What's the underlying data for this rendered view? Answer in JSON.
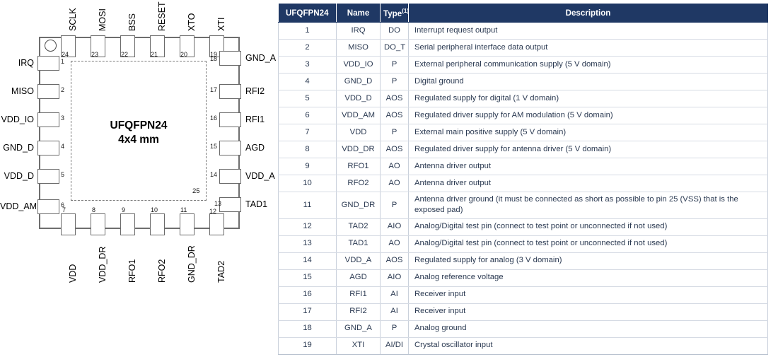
{
  "diagram": {
    "package_name": "UFQFPN24",
    "package_size": "4x4 mm",
    "exposed_pad_number": "25",
    "pin1_marker": "pin1-circle",
    "top_pins": [
      {
        "num": "24",
        "label": "SCLK"
      },
      {
        "num": "23",
        "label": "MOSI"
      },
      {
        "num": "22",
        "label": "BSS"
      },
      {
        "num": "21",
        "label": "RESET"
      },
      {
        "num": "20",
        "label": "XTO"
      },
      {
        "num": "19",
        "label": "XTI"
      }
    ],
    "left_pins": [
      {
        "num": "1",
        "label": "IRQ"
      },
      {
        "num": "2",
        "label": "MISO"
      },
      {
        "num": "3",
        "label": "VDD_IO"
      },
      {
        "num": "4",
        "label": "GND_D"
      },
      {
        "num": "5",
        "label": "VDD_D"
      },
      {
        "num": "6",
        "label": "VDD_AM"
      }
    ],
    "bottom_pins": [
      {
        "num": "7",
        "label": "VDD"
      },
      {
        "num": "8",
        "label": "VDD_DR"
      },
      {
        "num": "9",
        "label": "RFO1"
      },
      {
        "num": "10",
        "label": "RFO2"
      },
      {
        "num": "11",
        "label": "GND_DR"
      },
      {
        "num": "12",
        "label": "TAD2"
      }
    ],
    "right_pins": [
      {
        "num": "18",
        "label": "GND_A"
      },
      {
        "num": "17",
        "label": "RFI2"
      },
      {
        "num": "16",
        "label": "RFI1"
      },
      {
        "num": "15",
        "label": "AGD"
      },
      {
        "num": "14",
        "label": "VDD_A"
      },
      {
        "num": "13",
        "label": "TAD1"
      }
    ]
  },
  "table": {
    "headers": {
      "pin": "UFQFPN24",
      "name": "Name",
      "type": "Type",
      "type_superscript": "(1)",
      "description": "Description"
    },
    "rows": [
      {
        "pin": "1",
        "name": "IRQ",
        "type": "DO",
        "desc": "Interrupt request output"
      },
      {
        "pin": "2",
        "name": "MISO",
        "type": "DO_T",
        "desc": "Serial peripheral interface data output"
      },
      {
        "pin": "3",
        "name": "VDD_IO",
        "type": "P",
        "desc": "External peripheral communication supply (5 V domain)"
      },
      {
        "pin": "4",
        "name": "GND_D",
        "type": "P",
        "desc": "Digital ground"
      },
      {
        "pin": "5",
        "name": "VDD_D",
        "type": "AOS",
        "desc": "Regulated supply for digital (1 V domain)"
      },
      {
        "pin": "6",
        "name": "VDD_AM",
        "type": "AOS",
        "desc": "Regulated driver supply for AM modulation (5 V domain)"
      },
      {
        "pin": "7",
        "name": "VDD",
        "type": "P",
        "desc": "External main positive supply (5 V domain)"
      },
      {
        "pin": "8",
        "name": "VDD_DR",
        "type": "AOS",
        "desc": "Regulated driver supply for antenna driver (5 V domain)"
      },
      {
        "pin": "9",
        "name": "RFO1",
        "type": "AO",
        "desc": "Antenna driver output"
      },
      {
        "pin": "10",
        "name": "RFO2",
        "type": "AO",
        "desc": "Antenna driver output"
      },
      {
        "pin": "11",
        "name": "GND_DR",
        "type": "P",
        "desc": "Antenna driver ground (it must be connected as short as possible to pin 25 (VSS) that is the exposed pad)"
      },
      {
        "pin": "12",
        "name": "TAD2",
        "type": "AIO",
        "desc": "Analog/Digital test pin (connect to test point or unconnected if not used)"
      },
      {
        "pin": "13",
        "name": "TAD1",
        "type": "AO",
        "desc": "Analog/Digital test pin (connect to test point or unconnected if not used)"
      },
      {
        "pin": "14",
        "name": "VDD_A",
        "type": "AOS",
        "desc": "Regulated supply for analog (3 V domain)"
      },
      {
        "pin": "15",
        "name": "AGD",
        "type": "AIO",
        "desc": "Analog reference voltage"
      },
      {
        "pin": "16",
        "name": "RFI1",
        "type": "AI",
        "desc": "Receiver input"
      },
      {
        "pin": "17",
        "name": "RFI2",
        "type": "AI",
        "desc": "Receiver input"
      },
      {
        "pin": "18",
        "name": "GND_A",
        "type": "P",
        "desc": "Analog ground"
      },
      {
        "pin": "19",
        "name": "XTI",
        "type": "AI/DI",
        "desc": "Crystal oscillator input"
      }
    ]
  },
  "colors": {
    "header_bg": "#1f3864",
    "header_text": "#ffffff",
    "body_text": "#2b3a52",
    "grid_line": "#c9d0db",
    "package_outline": "#6e6e6e"
  }
}
